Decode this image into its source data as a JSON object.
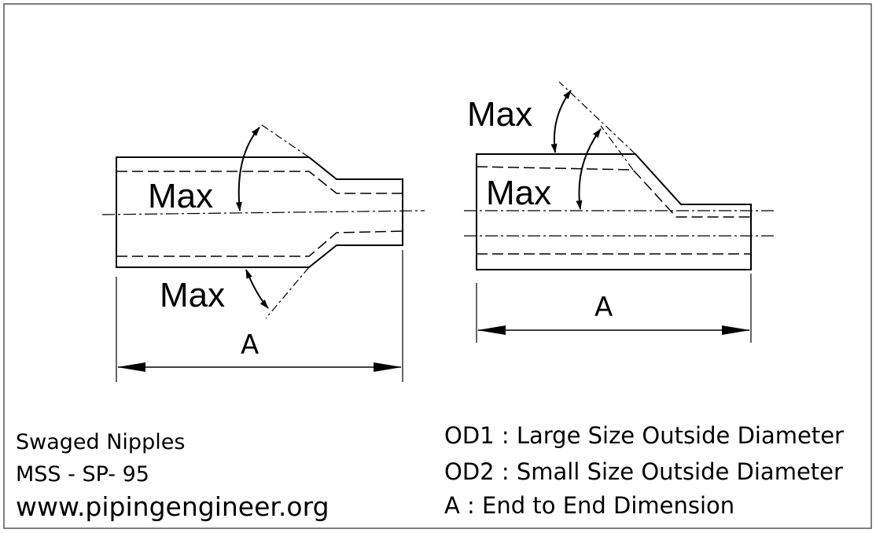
{
  "colors": {
    "ink": "#000000",
    "background": "#ffffff",
    "border": "#555555"
  },
  "left_diagram": {
    "angle_labels": [
      "Max",
      "Max"
    ],
    "dimension_label": "A"
  },
  "right_diagram": {
    "angle_labels": [
      "Max",
      "Max"
    ],
    "dimension_label": "A"
  },
  "caption": {
    "title": "Swaged Nipples",
    "standard": "MSS - SP- 95",
    "website": "www.pipingengineer.org"
  },
  "legend": {
    "od1": "OD1 : Large Size Outside Diameter",
    "od2": "OD2 : Small Size Outside Diameter",
    "a": "A : End to End Dimension"
  }
}
